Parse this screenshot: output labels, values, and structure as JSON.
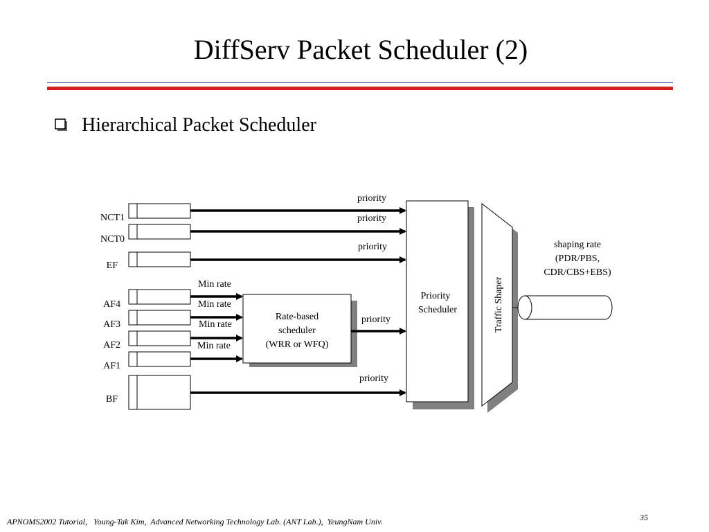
{
  "slide": {
    "title": "DiffServ Packet Scheduler (2)",
    "bullet": "Hierarchical Packet Scheduler"
  },
  "diagram": {
    "queues": [
      {
        "id": "nct1",
        "label": "NCT1"
      },
      {
        "id": "nct0",
        "label": "NCT0"
      },
      {
        "id": "ef",
        "label": "EF"
      },
      {
        "id": "af4",
        "label": "AF4"
      },
      {
        "id": "af3",
        "label": "AF3"
      },
      {
        "id": "af2",
        "label": "AF2"
      },
      {
        "id": "af1",
        "label": "AF1"
      },
      {
        "id": "bf",
        "label": "BF"
      }
    ],
    "link_labels": {
      "priority_nct1": "priority",
      "priority_nct0": "priority",
      "priority_ef": "priority",
      "min_rate_af4": "Min rate",
      "min_rate_af3": "Min rate",
      "min_rate_af2": "Min rate",
      "min_rate_af1": "Min rate",
      "priority_rate_based": "priority",
      "priority_bf": "priority"
    },
    "rate_based_scheduler": [
      "Rate-based",
      "scheduler",
      "(WRR or WFQ)"
    ],
    "priority_scheduler": [
      "Priority",
      "Scheduler"
    ],
    "traffic_shaper": "Traffic Shaper",
    "shaping_rate": [
      "shaping rate",
      "(PDR/PBS,",
      "CDR/CBS+EBS)"
    ],
    "colors": {
      "line": "#000000",
      "shadow": "#808080",
      "box_fill": "#ffffff"
    }
  },
  "footer": {
    "credit": "APNOMS2002 Tutorial,   Young-Tak Kim,  Advanced Networking Technology Lab. (ANT Lab.),  YeungNam Univ.",
    "page_number": "35"
  }
}
